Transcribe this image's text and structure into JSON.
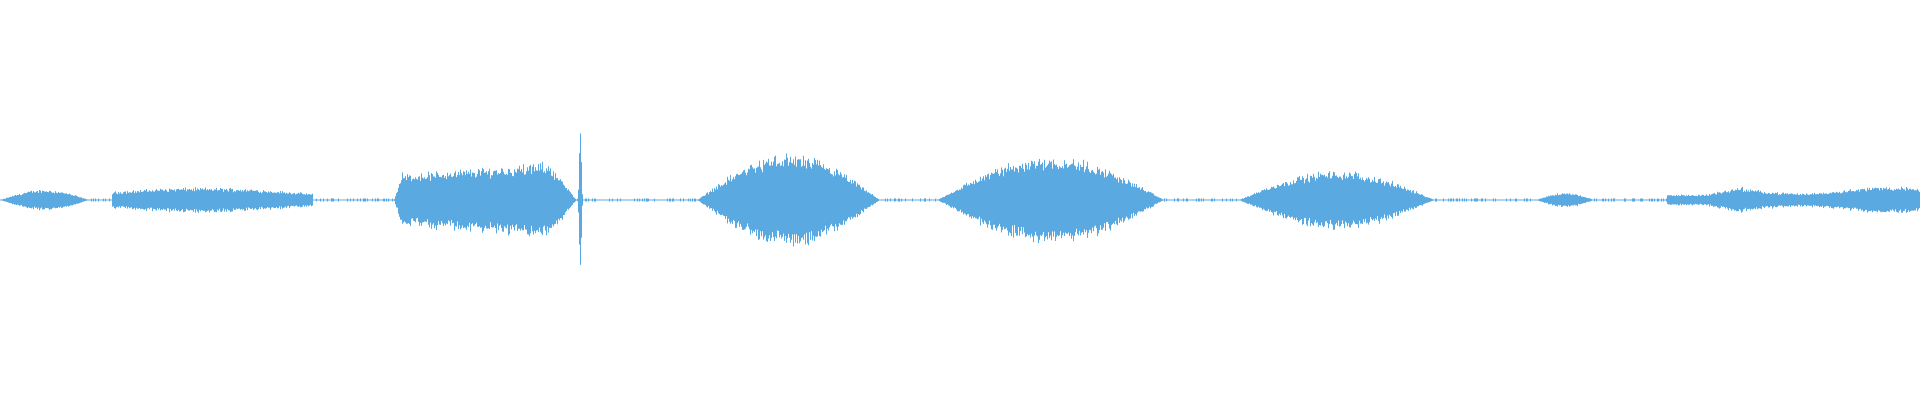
{
  "waveform": {
    "color": "#5aa9e0",
    "background": "#ffffff",
    "segments": [
      {
        "start": 0.0,
        "end": 0.046,
        "peak": 0.05,
        "shape": "dome"
      },
      {
        "start": 0.046,
        "end": 0.058,
        "peak": 0.004,
        "shape": "flat"
      },
      {
        "start": 0.058,
        "end": 0.163,
        "peak": 0.06,
        "shape": "rise"
      },
      {
        "start": 0.163,
        "end": 0.205,
        "peak": 0.004,
        "shape": "flat"
      },
      {
        "start": 0.205,
        "end": 0.3,
        "peak": 0.18,
        "shape": "rise-fall"
      },
      {
        "start": 0.3,
        "end": 0.304,
        "peak": 0.4,
        "shape": "spike"
      },
      {
        "start": 0.304,
        "end": 0.363,
        "peak": 0.004,
        "shape": "flat"
      },
      {
        "start": 0.363,
        "end": 0.458,
        "peak": 0.22,
        "shape": "dome"
      },
      {
        "start": 0.458,
        "end": 0.488,
        "peak": 0.004,
        "shape": "flat"
      },
      {
        "start": 0.488,
        "end": 0.606,
        "peak": 0.21,
        "shape": "dome"
      },
      {
        "start": 0.606,
        "end": 0.645,
        "peak": 0.004,
        "shape": "flat"
      },
      {
        "start": 0.645,
        "end": 0.747,
        "peak": 0.14,
        "shape": "dome"
      },
      {
        "start": 0.747,
        "end": 0.8,
        "peak": 0.004,
        "shape": "flat"
      },
      {
        "start": 0.8,
        "end": 0.83,
        "peak": 0.035,
        "shape": "dome"
      },
      {
        "start": 0.83,
        "end": 0.868,
        "peak": 0.02,
        "shape": "flat"
      },
      {
        "start": 0.868,
        "end": 1.0,
        "peak": 0.065,
        "shape": "plateau"
      }
    ]
  }
}
